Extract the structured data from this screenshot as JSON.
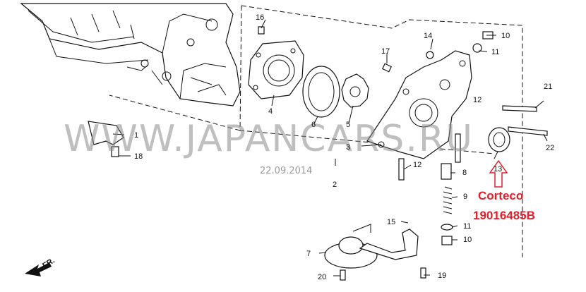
{
  "callouts": {
    "c1": "1",
    "c2": "2",
    "c3": "3",
    "c4": "4",
    "c5": "5",
    "c6": "6",
    "c7": "7",
    "c8": "8",
    "c9": "9",
    "c10a": "10",
    "c10b": "10",
    "c11a": "11",
    "c11b": "11",
    "c12a": "12",
    "c12b": "12",
    "c13": "13",
    "c14": "14",
    "c15": "15",
    "c16": "16",
    "c17": "17",
    "c18": "18",
    "c19": "19",
    "c20": "20",
    "c21": "21",
    "c22": "22"
  },
  "watermark": "WWW.JAPANCARS.RU",
  "date": "22.09.2014",
  "annotation": {
    "brand": "Corteco",
    "part_number": "19016485B"
  },
  "direction_label": "FR.",
  "colors": {
    "annotation": "#e0202a",
    "line": "#111111",
    "watermark": "#8a8a8a"
  }
}
